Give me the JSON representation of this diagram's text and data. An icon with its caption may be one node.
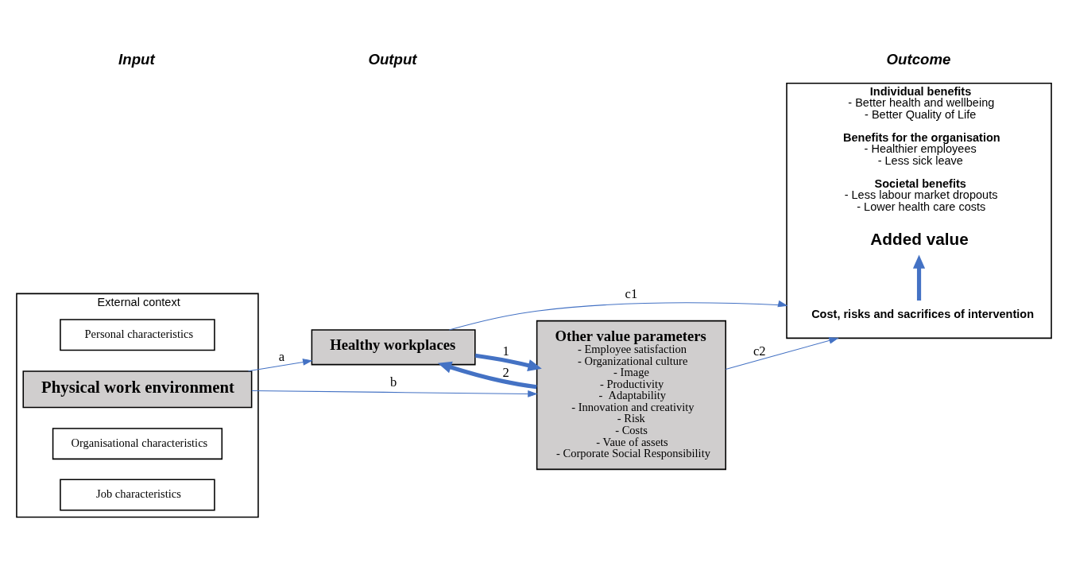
{
  "diagram": {
    "nodes": [
      {
        "text": [
          "External context"
        ]
      },
      {
        "text": [
          "Personal characteristics"
        ],
        "in": 0
      },
      {
        "text": [
          "Physical work environment"
        ],
        "in": 0
      },
      {
        "text": [
          "Organisational characteristics"
        ],
        "in": 0
      },
      {
        "text": [
          "Job characteristics"
        ],
        "in": 0
      },
      {
        "text": [
          "Healthy workplaces"
        ]
      },
      {
        "text": [
          "Other value parameters",
          "- Employee satisfaction",
          "- Organizational culture",
          "- Image",
          "- Productivity",
          "-  Adaptability",
          "- Innovation and creativity",
          "- Risk",
          "- Costs",
          "- Vaue of assets",
          "- Corporate Social Responsibility"
        ]
      },
      {
        "text": [
          "Individual benefits",
          "- Better health and wellbeing",
          "- Better Quality of Life",
          "Benefits for the organisation",
          "- Healthier employees",
          "- Less sick leave",
          "Societal benefits",
          "- Less labour market dropouts",
          "- Lower health care costs"
        ]
      },
      {
        "text": [
          "Cost, risks and sacrifices of intervention"
        ],
        "in": 7
      },
      {
        "text": [
          "Added value"
        ],
        "in": 7
      }
    ],
    "edges": [
      {
        "from": 2,
        "to": 5,
        "arrow": "to",
        "label": "a"
      },
      {
        "from": 2,
        "to": 6,
        "arrow": "to",
        "label": "b"
      },
      {
        "from": 5,
        "to": 6,
        "arrow": "to",
        "label": "1",
        "style": "thick"
      },
      {
        "from": 6,
        "to": 5,
        "arrow": "to",
        "label": "2",
        "style": "thick"
      },
      {
        "from": 5,
        "to": 7,
        "arrow": "to",
        "label": "c1"
      },
      {
        "from": 6,
        "to": 7,
        "arrow": "to",
        "label": "c2"
      },
      {
        "from": 8,
        "to": 9,
        "arrow": "to",
        "style": "thick"
      }
    ],
    "labels": [
      "Input",
      "Output",
      "Outcome"
    ]
  }
}
